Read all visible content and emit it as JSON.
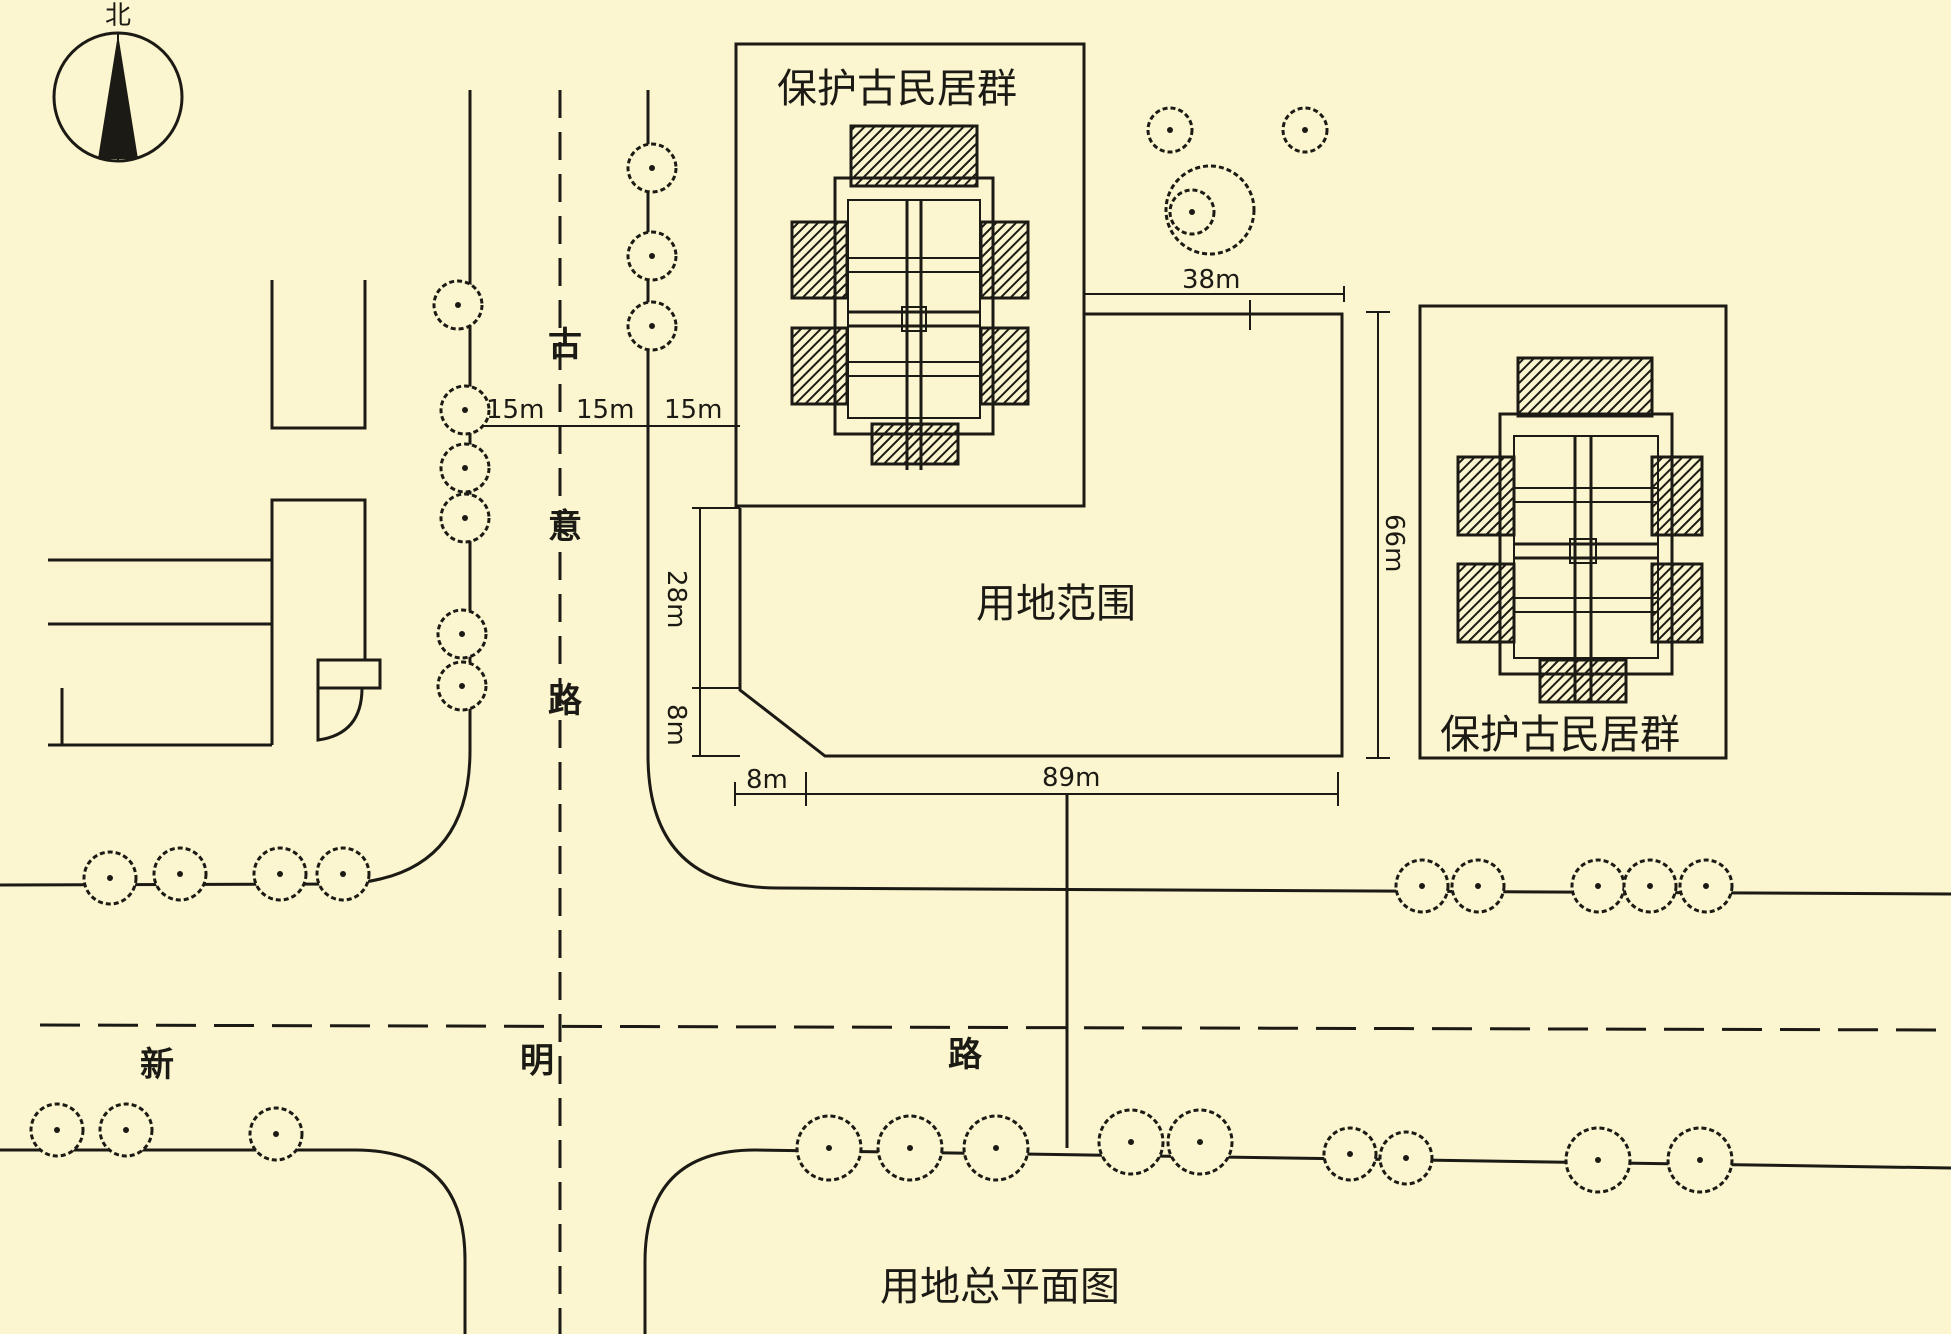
{
  "north_label": "北",
  "heritage_north": {
    "label": "保护古民居群"
  },
  "heritage_east": {
    "label": "保护古民居群"
  },
  "site": {
    "label": "用地范围"
  },
  "roads": {
    "north_south": [
      "古",
      "意",
      "路"
    ],
    "east_west": [
      "新",
      "明",
      "路"
    ]
  },
  "dimensions": {
    "w1": "15m",
    "w2": "15m",
    "w3": "15m",
    "d38": "38m",
    "d28": "28m",
    "d8v": "8m",
    "d8h": "8m",
    "d89": "89m",
    "d66": "66m"
  },
  "caption": "用地总平面图",
  "colors": {
    "paper": "#fbf6cf",
    "ink": "#1c1a14"
  },
  "icons": {
    "north": "north-arrow-icon",
    "tree": "tree-icon",
    "building": "courtyard-house-icon"
  }
}
